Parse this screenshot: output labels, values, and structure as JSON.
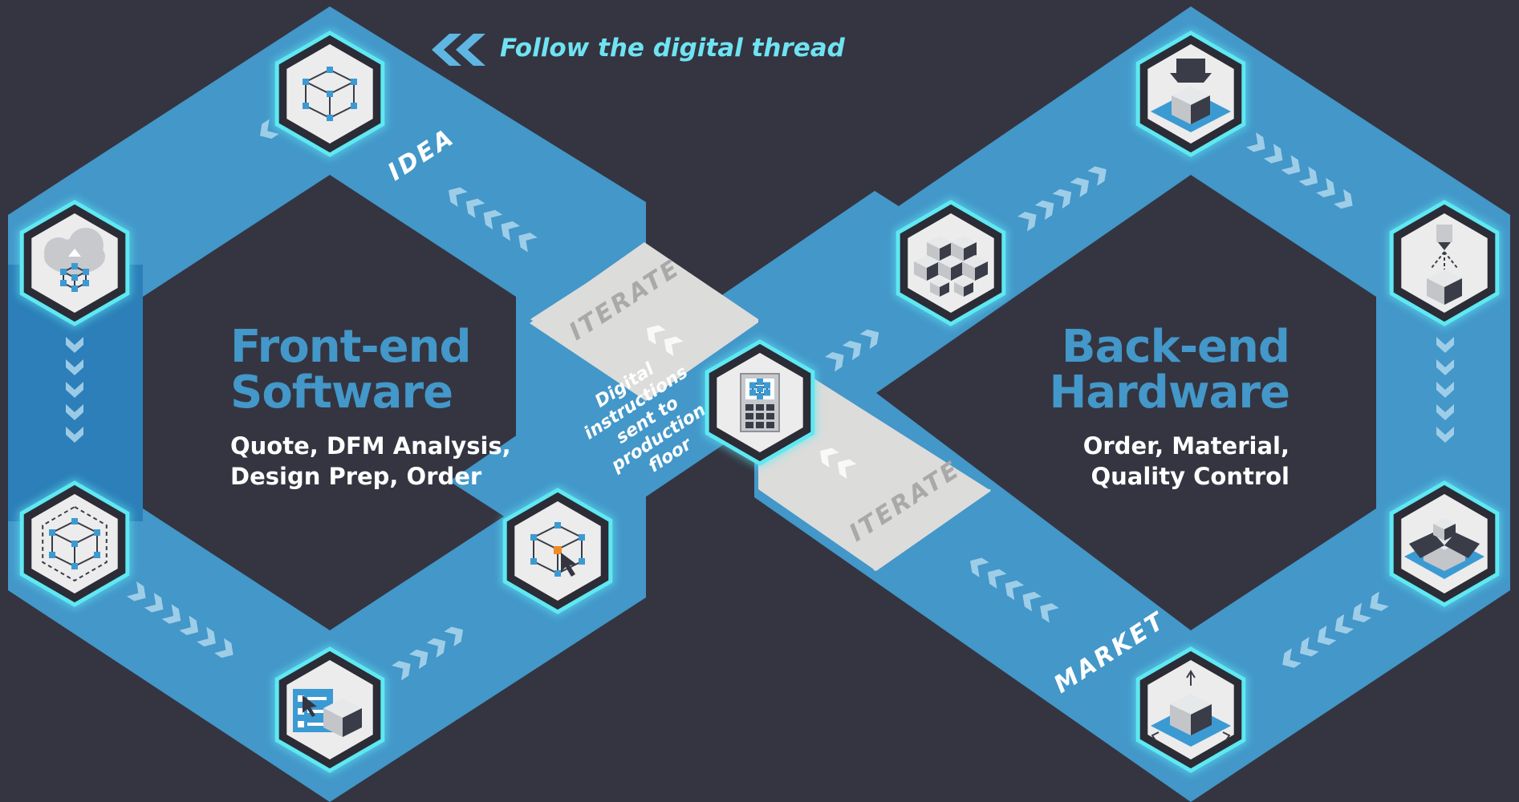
{
  "thread_label": "Follow the digital thread",
  "labels": {
    "idea": "IDEA",
    "market": "MARKET",
    "iterate_top": "ITERATE",
    "iterate_bottom": "ITERATE",
    "digital_lines": [
      "Digital",
      "instructions",
      "sent to",
      "production",
      "floor"
    ]
  },
  "front": {
    "title_lines": [
      "Front-end",
      "Software"
    ],
    "subtitle_lines": [
      "Quote, DFM Analysis,",
      "Design Prep, Order"
    ]
  },
  "back": {
    "title_lines": [
      "Back-end",
      "Hardware"
    ],
    "subtitle_lines": [
      "Order, Material,",
      "Quality Control"
    ]
  },
  "nodes": [
    {
      "name": "cad-cube-icon"
    },
    {
      "name": "cloud-upload-icon"
    },
    {
      "name": "bounding-box-cube-icon"
    },
    {
      "name": "design-checklist-icon"
    },
    {
      "name": "cube-cursor-icon"
    },
    {
      "name": "machine-control-icon"
    },
    {
      "name": "stacked-cubes-icon"
    },
    {
      "name": "cnc-mill-icon"
    },
    {
      "name": "printer-nozzle-icon"
    },
    {
      "name": "packaging-box-icon"
    },
    {
      "name": "finished-part-icon"
    }
  ],
  "colors": {
    "background": "#343541",
    "band": "#4397c9",
    "band_dark": "#2c7fb8",
    "iterate_band": "#dcdcda",
    "glow": "#5fe8f2",
    "node_ring": "#2b2c36",
    "title": "#4397c9",
    "thread_text": "#6fe3f2"
  }
}
